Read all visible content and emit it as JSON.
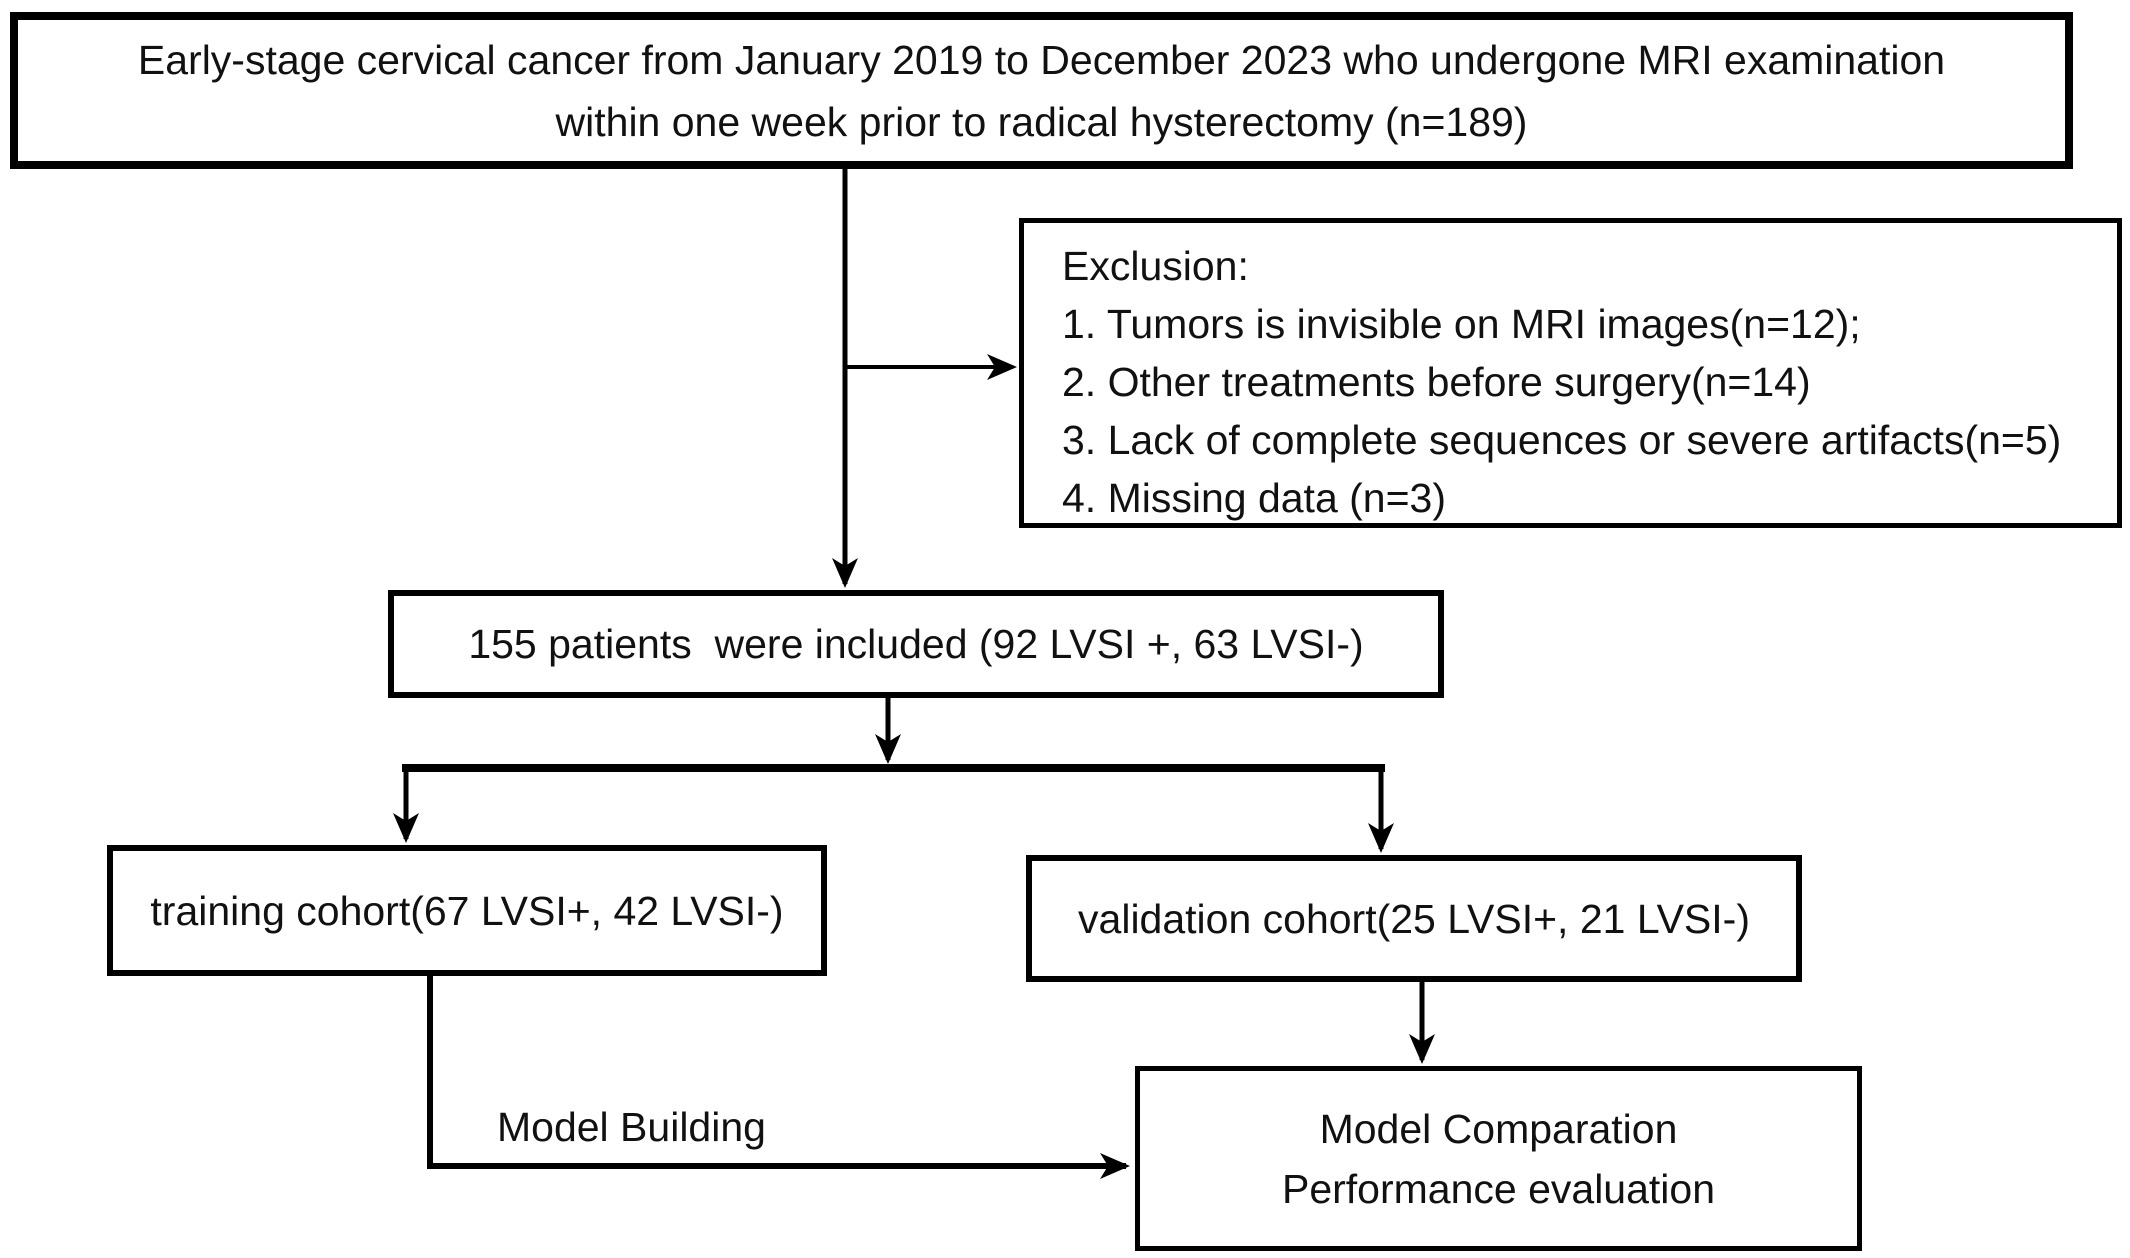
{
  "diagram": {
    "colors": {
      "line": "#000000",
      "background": "#ffffff",
      "text": "#111111"
    },
    "top_box": {
      "line1": "Early-stage cervical cancer from January 2019 to December 2023 who undergone MRI examination",
      "line2": "within one week prior to radical hysterectomy (n=189)"
    },
    "exclusion_box": {
      "heading": "Exclusion:",
      "items": [
        "1. Tumors is invisible on MRI images(n=12);",
        "2. Other treatments before surgery(n=14)",
        "3. Lack of complete sequences or severe artifacts(n=5)",
        "4. Missing data (n=3)"
      ]
    },
    "included_box": {
      "label": "155 patients  were included (92 LVSI +, 63 LVSI-)"
    },
    "training_box": {
      "label": "training cohort(67 LVSI+, 42 LVSI-)"
    },
    "validation_box": {
      "label": "validation cohort(25 LVSI+, 21 LVSI-)"
    },
    "model_box": {
      "line1": "Model Comparation",
      "line2": "Performance evaluation"
    },
    "edge_labels": {
      "model_building": "Model Building"
    }
  }
}
